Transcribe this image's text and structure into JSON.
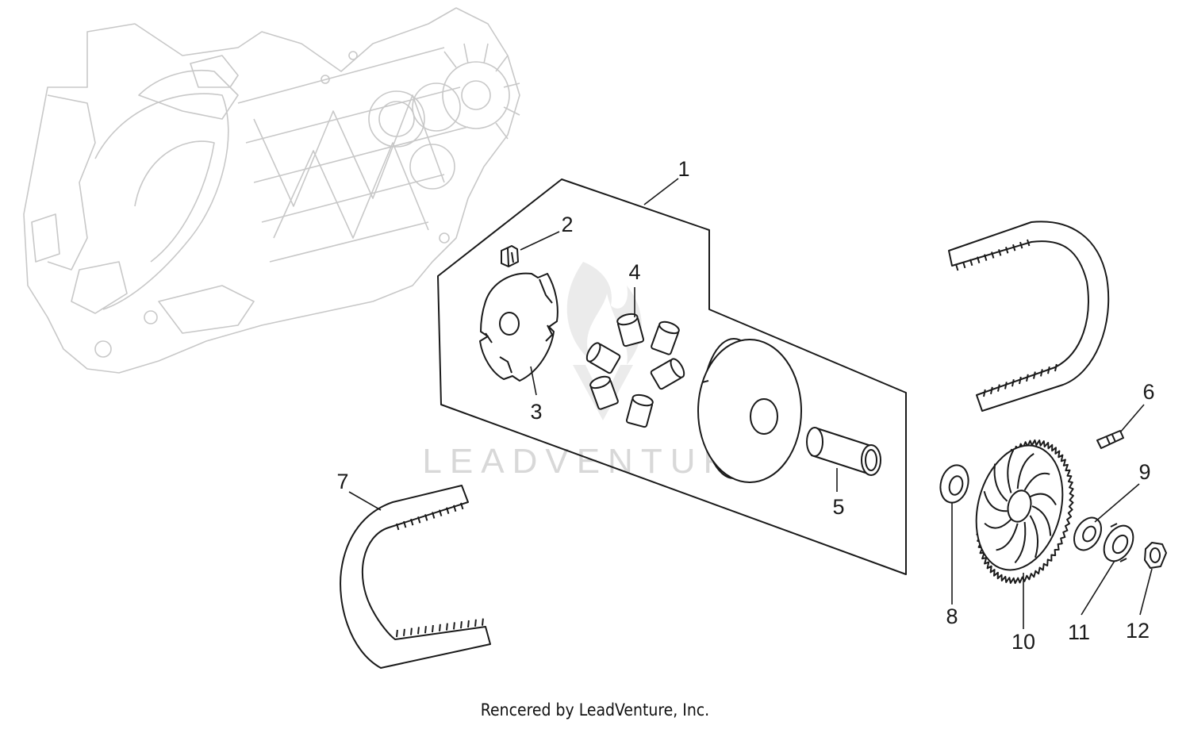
{
  "diagram": {
    "callouts": [
      {
        "id": "1",
        "label": "1"
      },
      {
        "id": "2",
        "label": "2"
      },
      {
        "id": "3",
        "label": "3"
      },
      {
        "id": "4",
        "label": "4"
      },
      {
        "id": "5",
        "label": "5"
      },
      {
        "id": "6",
        "label": "6"
      },
      {
        "id": "7",
        "label": "7"
      },
      {
        "id": "8",
        "label": "8"
      },
      {
        "id": "9",
        "label": "9"
      },
      {
        "id": "10",
        "label": "10"
      },
      {
        "id": "11",
        "label": "11"
      },
      {
        "id": "12",
        "label": "12"
      }
    ],
    "watermark": "LEADVENTURE",
    "footer": "Rencered by LeadVenture, Inc."
  }
}
